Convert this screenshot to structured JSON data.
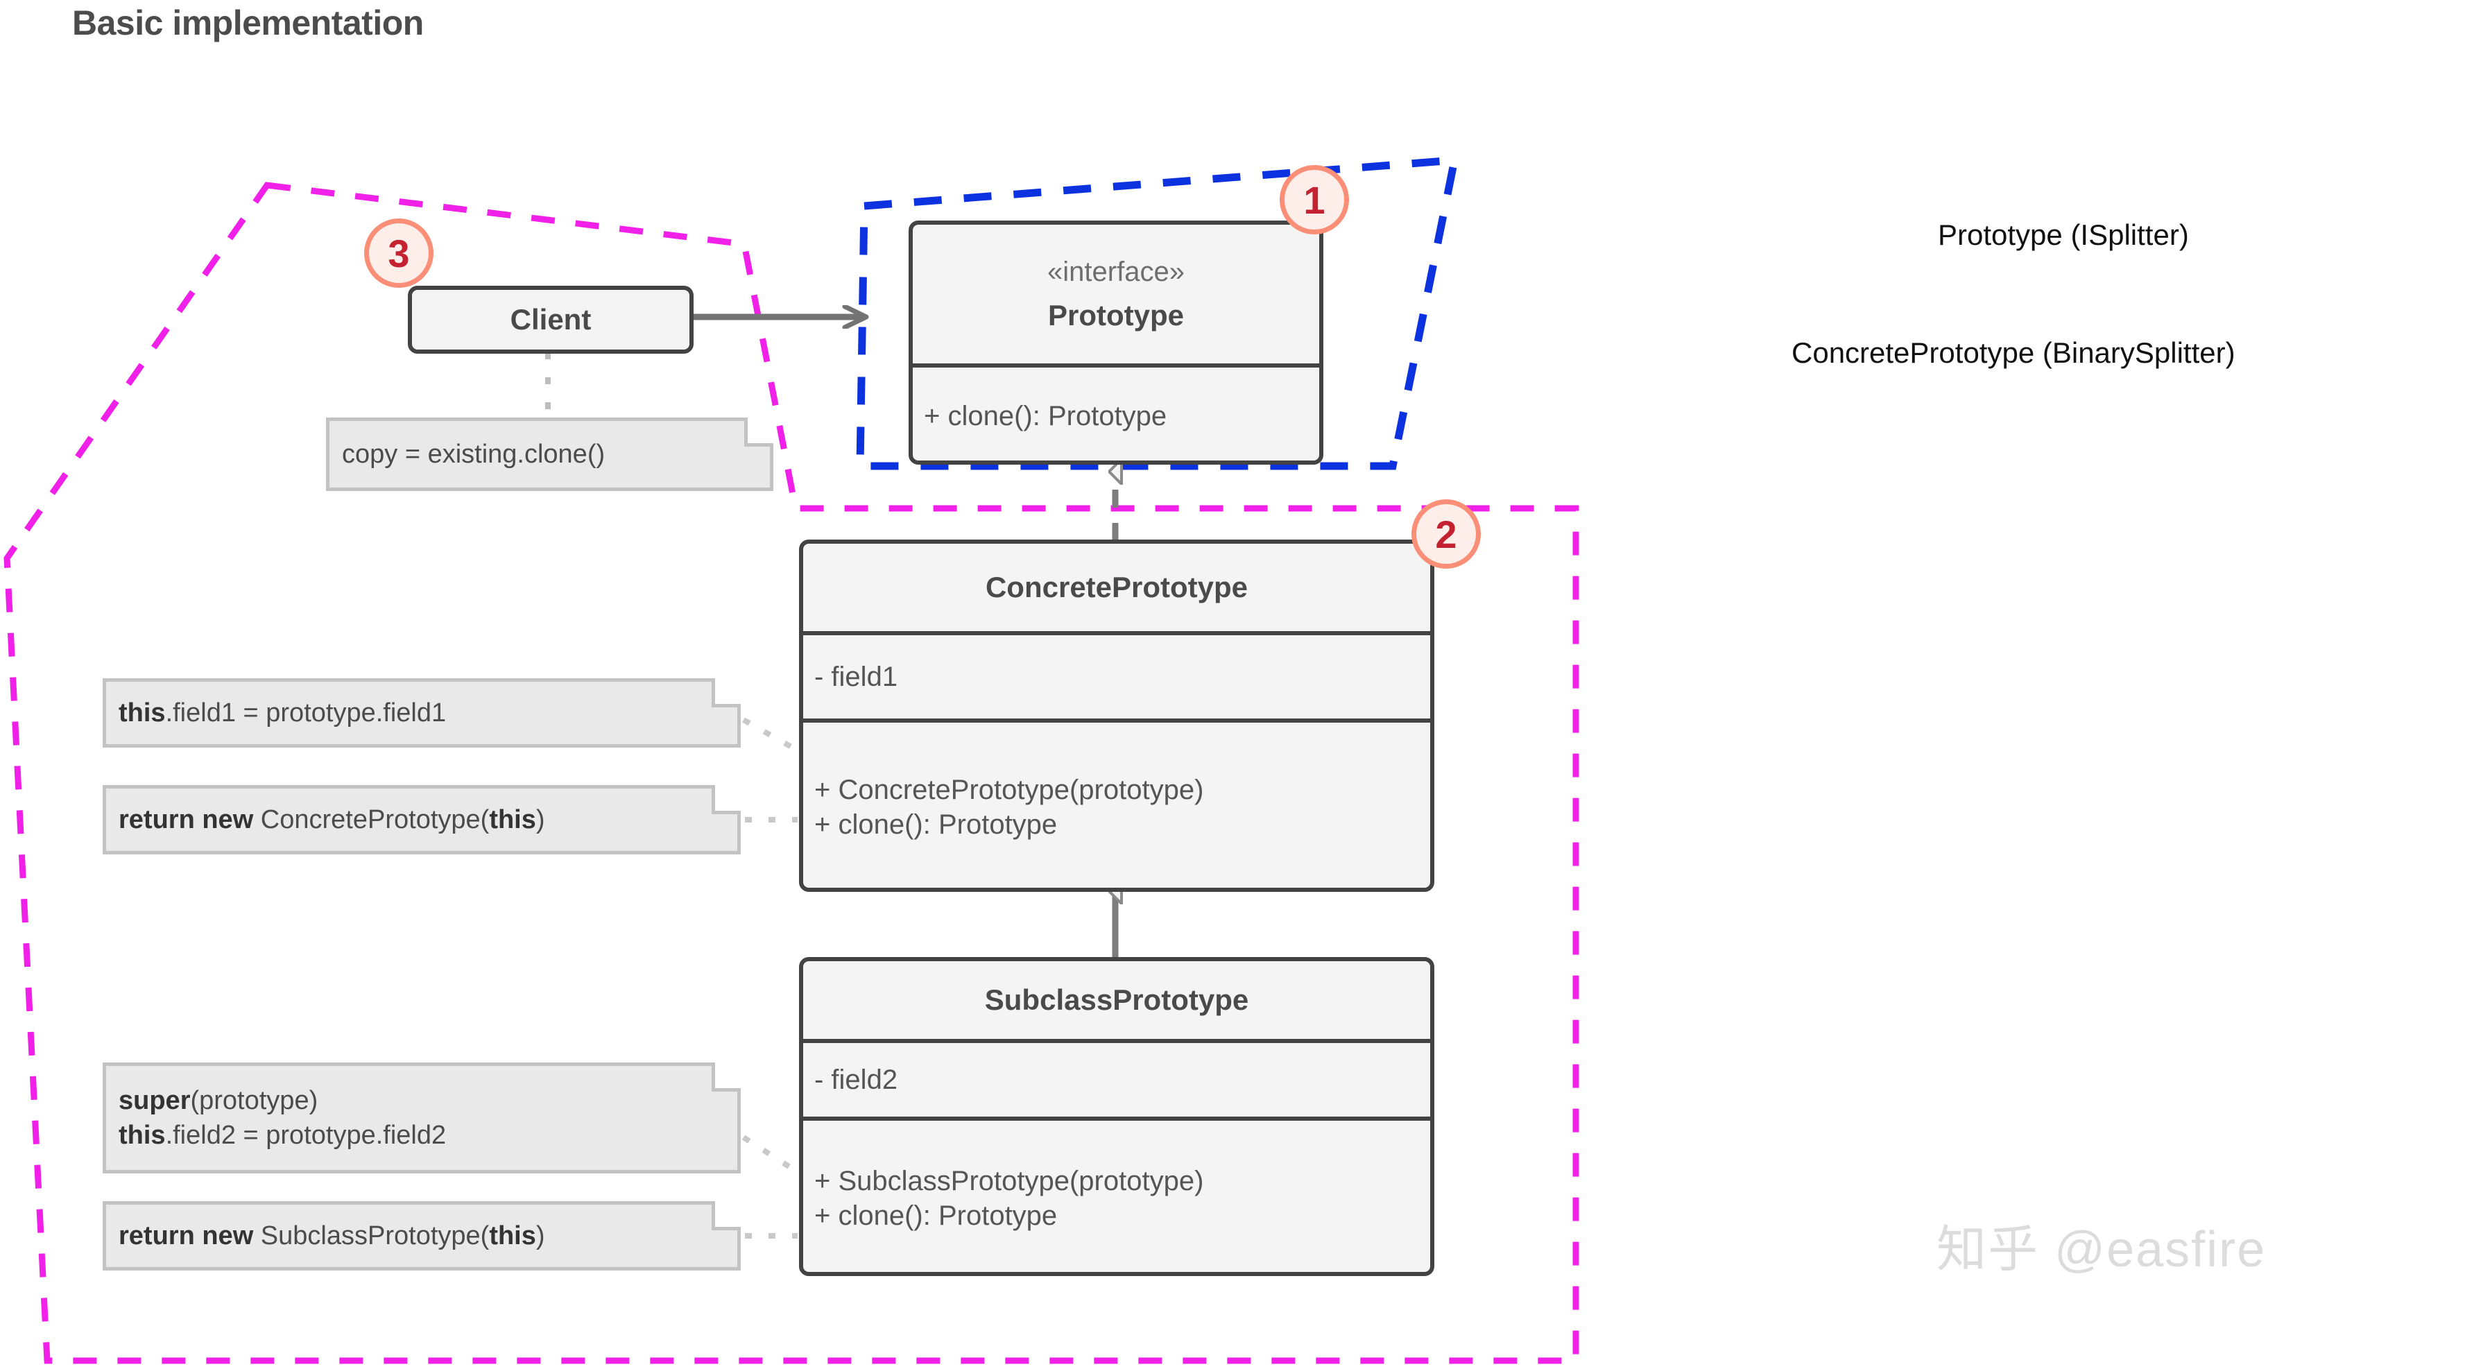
{
  "page": {
    "title": "Basic implementation",
    "watermark": "知乎 @easfire",
    "colors": {
      "badge_fill": "#fdeee9",
      "badge_border": "#fa8e76",
      "badge_text": "#c42231",
      "group_blue": "#0c32e0",
      "group_magenta": "#f020e8",
      "box_border": "#434343",
      "box_fill": "#f4f4f4",
      "note_fill": "#e9e9e9",
      "note_border": "#c3c3c3",
      "title_color": "#4c4c4c",
      "watermark_color": "#dcdcdc"
    }
  },
  "classes": {
    "client": {
      "name": "Client"
    },
    "prototype": {
      "stereotype": "«interface»",
      "name": "Prototype",
      "operations": [
        "+ clone(): Prototype"
      ]
    },
    "concrete_prototype": {
      "name": "ConcretePrototype",
      "attributes": [
        "- field1"
      ],
      "operations": [
        "+ ConcretePrototype(prototype)",
        "+ clone(): Prototype"
      ]
    },
    "subclass_prototype": {
      "name": "SubclassPrototype",
      "attributes": [
        "- field2"
      ],
      "operations": [
        "+ SubclassPrototype(prototype)",
        "+ clone(): Prototype"
      ]
    }
  },
  "notes": {
    "client_note": {
      "lines": [
        {
          "bold": "",
          "rest": "copy = existing.clone()"
        }
      ]
    },
    "concrete_field_note": {
      "lines": [
        {
          "bold": "this",
          "rest": ".field1 = prototype.field1"
        }
      ]
    },
    "concrete_clone_note": {
      "lines": [
        {
          "bold": "return new",
          "rest": " ConcretePrototype(",
          "bold2": "this",
          "rest2": ")"
        }
      ]
    },
    "subclass_ctor_note": {
      "lines": [
        {
          "bold": "super",
          "rest": "(prototype)"
        },
        {
          "bold": "this",
          "rest": ".field2 = prototype.field2"
        }
      ]
    },
    "subclass_clone_note": {
      "lines": [
        {
          "bold": "return new",
          "rest": " SubclassPrototype(",
          "bold2": "this",
          "rest2": ")"
        }
      ]
    }
  },
  "badges": {
    "one": "1",
    "two": "2",
    "three": "3"
  },
  "annotations": {
    "prototype_mapping": "Prototype (ISplitter)",
    "concrete_mapping": "ConcretePrototype (BinarySplitter)"
  }
}
